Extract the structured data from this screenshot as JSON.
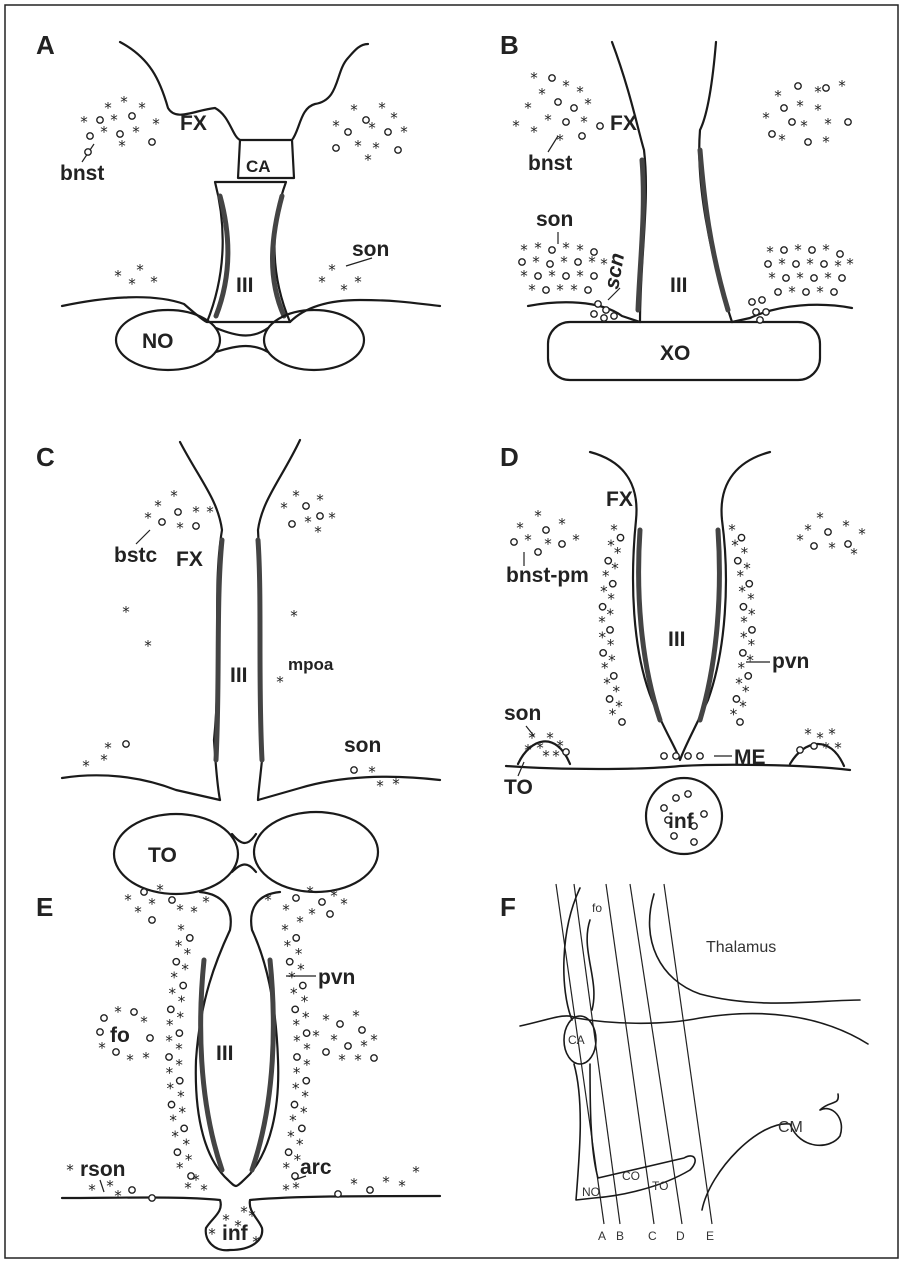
{
  "panels": {
    "A": {
      "letter": "A",
      "labels": {
        "fx": "FX",
        "ca": "CA",
        "bnst": "bnst",
        "ventricle": "III",
        "son": "son",
        "optic": "NO"
      }
    },
    "B": {
      "letter": "B",
      "labels": {
        "fx": "FX",
        "bnst": "bnst",
        "son": "son",
        "scn": "scn",
        "ventricle": "III",
        "optic": "XO"
      }
    },
    "C": {
      "letter": "C",
      "labels": {
        "bstc": "bstc",
        "fx": "FX",
        "ventricle": "III",
        "mpoa": "mpoa",
        "son": "son",
        "optic": "TO"
      }
    },
    "D": {
      "letter": "D",
      "labels": {
        "fx": "FX",
        "bnst_pm": "bnst-pm",
        "ventricle": "III",
        "pvn": "pvn",
        "son": "son",
        "optic": "TO",
        "me": "ME",
        "inf": "inf"
      }
    },
    "E": {
      "letter": "E",
      "labels": {
        "ventricle": "III",
        "pvn": "pvn",
        "fo": "fo",
        "rson": "rson",
        "arc": "arc",
        "inf": "inf"
      }
    },
    "F": {
      "letter": "F",
      "labels": {
        "fo": "fo",
        "thalamus": "Thalamus",
        "ca": "CA",
        "cm": "CM",
        "co": "CO",
        "no": "NO",
        "to": "TO"
      },
      "section_lines": [
        "A",
        "B",
        "C",
        "D",
        "E"
      ]
    }
  }
}
